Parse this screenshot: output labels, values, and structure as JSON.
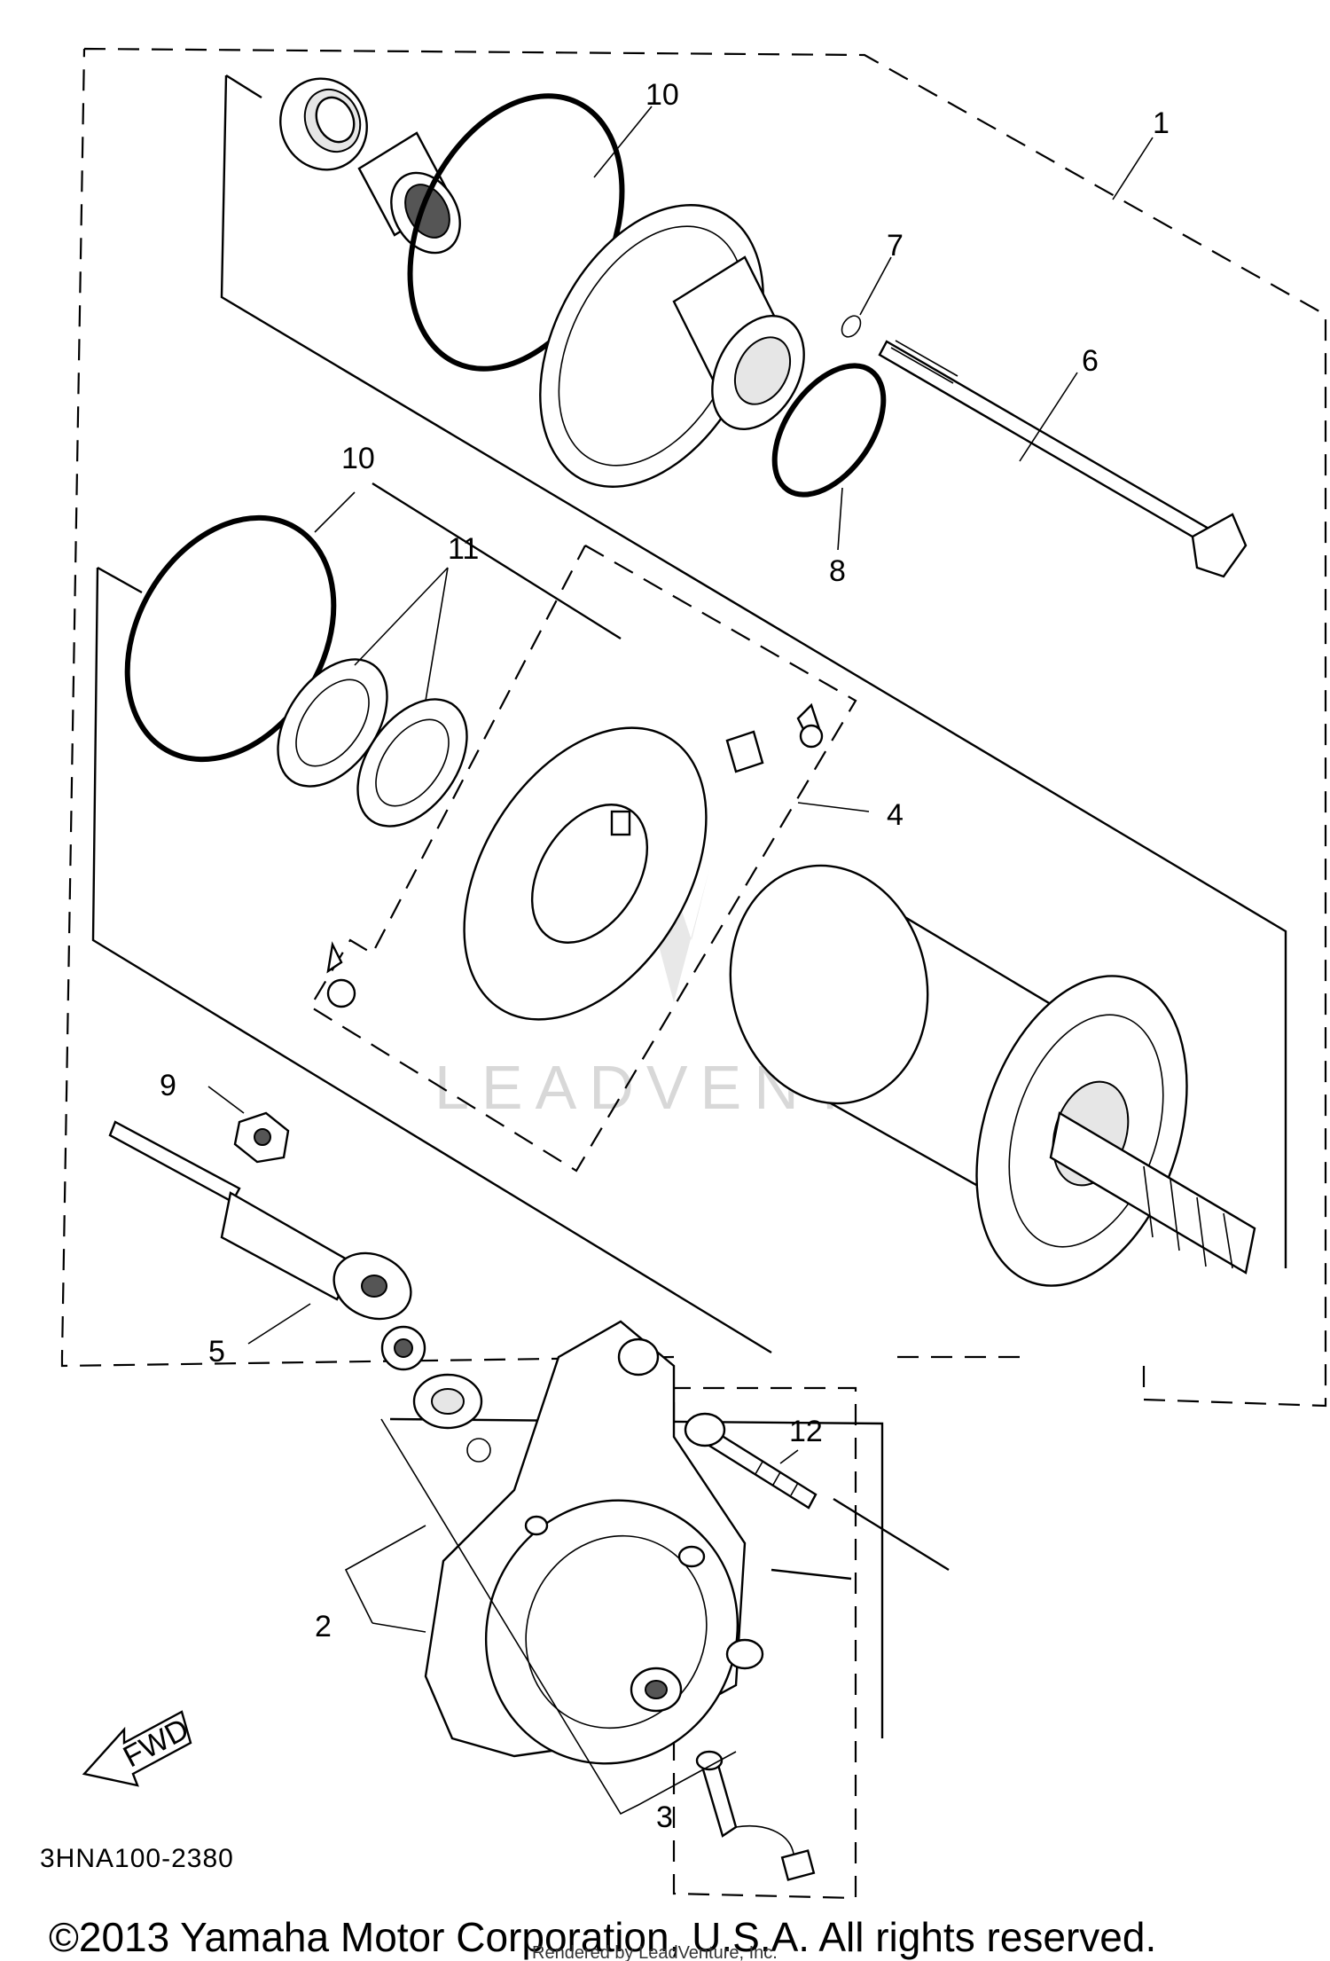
{
  "diagram": {
    "callouts": [
      "1",
      "2",
      "3",
      "4",
      "5",
      "6",
      "7",
      "8",
      "9",
      "10",
      "10",
      "11",
      "12"
    ],
    "fwd_label": "FWD",
    "part_code": "3HNA100-2380",
    "watermark": "LEADVENTURE",
    "copyright": "©2013 Yamaha Motor Corporation, U.S.A. All rights reserved.",
    "rendered_by": "Rendered by LeadVenture, Inc."
  }
}
